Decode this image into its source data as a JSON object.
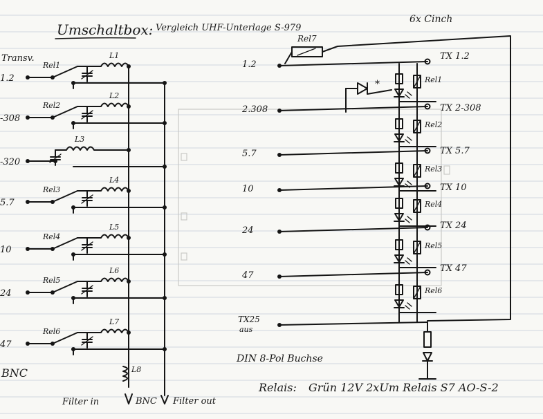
{
  "header": {
    "title": "Umschaltbox:",
    "subtitle": "Vergleich UHF-Unterlage S-979",
    "top_right": "6x Cinch"
  },
  "left": {
    "column_label": "Transv.",
    "channels": [
      "1.2",
      "-308",
      "-320",
      "5.7",
      "10",
      "24",
      "47"
    ],
    "relays": [
      "Rel1",
      "Rel2",
      "",
      "Rel3",
      "Rel4",
      "Rel5",
      "Rel6"
    ],
    "coils": [
      "L1",
      "L2",
      "L3",
      "L4",
      "L5",
      "L6",
      "L7"
    ],
    "l8": "L8",
    "bnc": "BNC",
    "filter_in": "Filter in",
    "bnc_out": "BNC",
    "filter_out": "Filter out"
  },
  "right": {
    "rel7": "Rel7",
    "inputs": [
      "1.2",
      "2.308",
      "5.7",
      "10",
      "24",
      "47"
    ],
    "tx_labels": [
      "TX 1.2",
      "TX 2-308",
      "TX 5.7",
      "TX 10",
      "TX 24",
      "TX 47"
    ],
    "relays": [
      "Rel1",
      "Rel2",
      "Rel3",
      "Rel4",
      "Rel5",
      "Rel6"
    ],
    "diode_mark": "*",
    "tx_common_line1": "TX25",
    "tx_common_line2": "aus",
    "din": "DIN 8-Pol Buchse"
  },
  "footer": {
    "relais_label": "Relais:",
    "relais_spec": "Grün 12V  2xUm  Relais S7  AO-S-2"
  }
}
